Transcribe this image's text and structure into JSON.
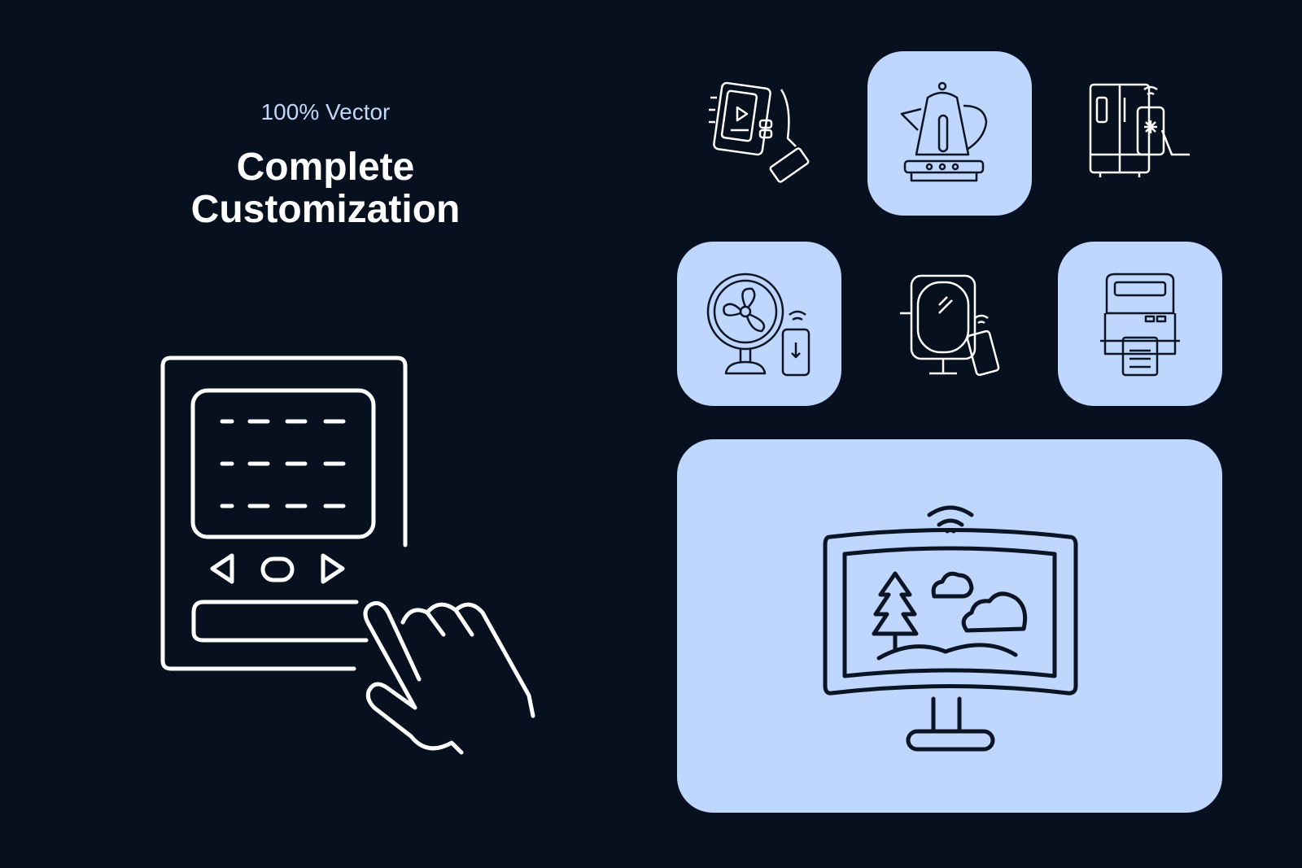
{
  "header": {
    "subtitle": "100% Vector",
    "title_line1": "Complete",
    "title_line2": "Customization"
  },
  "colors": {
    "background": "#07101f",
    "tile": "#bfd7fc",
    "stroke_dark": "#0b1424",
    "stroke_light": "#ffffff"
  },
  "icons": [
    "touch-panel-icon",
    "handheld-media-player-icon",
    "smart-kettle-icon",
    "smart-fridge-icon",
    "smart-fan-icon",
    "smart-mirror-icon",
    "smart-printer-icon",
    "smart-curved-tv-icon"
  ]
}
